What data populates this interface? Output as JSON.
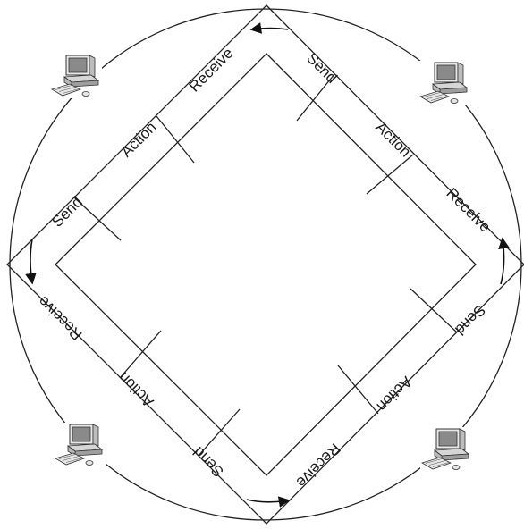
{
  "labels": {
    "send": "Send",
    "action": "Action",
    "receive": "Receive"
  },
  "sides": [
    {
      "position": "top-left",
      "segments": [
        "Send",
        "Action",
        "Receive"
      ]
    },
    {
      "position": "top-right",
      "segments": [
        "Send",
        "Action",
        "Receive"
      ]
    },
    {
      "position": "bottom-right",
      "segments": [
        "Send",
        "Action",
        "Receive"
      ]
    },
    {
      "position": "bottom-left",
      "segments": [
        "Send",
        "Action",
        "Receive"
      ]
    }
  ],
  "computers": [
    "top-left",
    "top-right",
    "bottom-left",
    "bottom-right"
  ],
  "arrows": [
    "top-left",
    "top-right",
    "bottom-right",
    "bottom-left"
  ]
}
